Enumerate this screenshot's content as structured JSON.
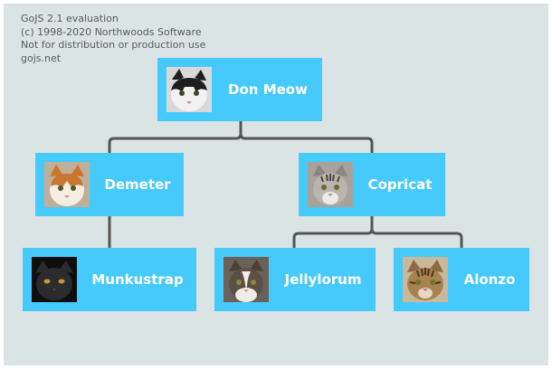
{
  "watermark": {
    "line1": "GoJS 2.1 evaluation",
    "line2": "(c) 1998-2020 Northwoods Software",
    "line3": "Not for distribution or production use",
    "line4": "gojs.net"
  },
  "colors": {
    "background": "#dae4e4",
    "node_fill": "#46c9fb",
    "link_stroke": "#555555",
    "node_text": "#ffffff"
  },
  "nodes": [
    {
      "name": "Don Meow",
      "photo": "cat-black-white"
    },
    {
      "name": "Demeter",
      "photo": "cat-orange-white"
    },
    {
      "name": "Copricat",
      "photo": "cat-grey-tabby"
    },
    {
      "name": "Munkustrap",
      "photo": "cat-black"
    },
    {
      "name": "Jellylorum",
      "photo": "cat-tabby-white"
    },
    {
      "name": "Alonzo",
      "photo": "cat-brown-tabby"
    }
  ]
}
